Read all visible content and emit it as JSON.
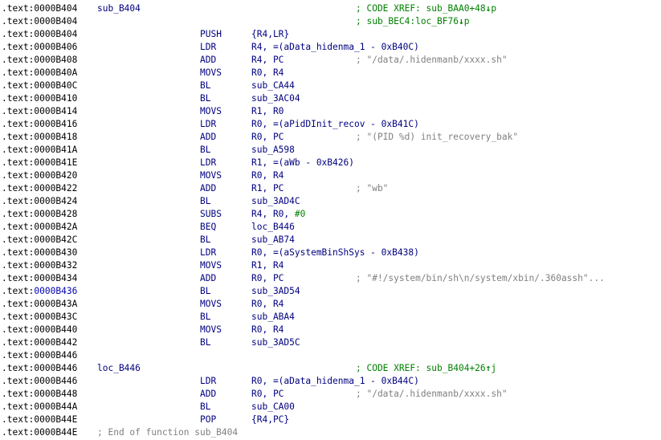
{
  "section": ".text:",
  "rows": [
    {
      "addr": "0000B404",
      "label": "sub_B404",
      "xref": "; CODE XREF: sub_BAA0+48",
      "xref_arrow": "↓",
      "xref_tail": "p"
    },
    {
      "addr": "0000B404",
      "xref": "; sub_BEC4:loc_BF76",
      "xref_arrow": "↓",
      "xref_tail": "p"
    },
    {
      "addr": "0000B404",
      "mnem": "PUSH",
      "ops": "{R4,LR}"
    },
    {
      "addr": "0000B406",
      "mnem": "LDR",
      "ops": "R4, =(aData_hidenma_1 - 0xB40C)"
    },
    {
      "addr": "0000B408",
      "mnem": "ADD",
      "ops": "R4, PC",
      "cmt": "; \"/data/.hidenmanb/xxxx.sh\""
    },
    {
      "addr": "0000B40A",
      "mnem": "MOVS",
      "ops": "R0, R4"
    },
    {
      "addr": "0000B40C",
      "mnem": "BL",
      "ops": "sub_CA44"
    },
    {
      "addr": "0000B410",
      "mnem": "BL",
      "ops": "sub_3AC04"
    },
    {
      "addr": "0000B414",
      "mnem": "MOVS",
      "ops": "R1, R0"
    },
    {
      "addr": "0000B416",
      "mnem": "LDR",
      "ops": "R0, =(aPidDInit_recov - 0xB41C)"
    },
    {
      "addr": "0000B418",
      "mnem": "ADD",
      "ops": "R0, PC",
      "cmt": "; \"(PID %d) init_recovery_bak\""
    },
    {
      "addr": "0000B41A",
      "mnem": "BL",
      "ops": "sub_A598"
    },
    {
      "addr": "0000B41E",
      "mnem": "LDR",
      "ops": "R1, =(aWb - 0xB426)"
    },
    {
      "addr": "0000B420",
      "mnem": "MOVS",
      "ops": "R0, R4"
    },
    {
      "addr": "0000B422",
      "mnem": "ADD",
      "ops": "R1, PC",
      "cmt": "; \"wb\""
    },
    {
      "addr": "0000B424",
      "mnem": "BL",
      "ops": "sub_3AD4C"
    },
    {
      "addr": "0000B428",
      "mnem": "SUBS",
      "ops": "R4, R0, ",
      "ops_num": "#0"
    },
    {
      "addr": "0000B42A",
      "mnem": "BEQ",
      "ops": "loc_B446"
    },
    {
      "addr": "0000B42C",
      "mnem": "BL",
      "ops": "sub_AB74"
    },
    {
      "addr": "0000B430",
      "mnem": "LDR",
      "ops": "R0, =(aSystemBinShSys - 0xB438)"
    },
    {
      "addr": "0000B432",
      "mnem": "MOVS",
      "ops": "R1, R4"
    },
    {
      "addr": "0000B434",
      "mnem": "ADD",
      "ops": "R0, PC",
      "cmt": "; \"#!/system/bin/sh\\n/system/xbin/.360assh\"..."
    },
    {
      "addr": "0000B436",
      "mnem": "BL",
      "ops": "sub_3AD54",
      "highlight": true
    },
    {
      "addr": "0000B43A",
      "mnem": "MOVS",
      "ops": "R0, R4"
    },
    {
      "addr": "0000B43C",
      "mnem": "BL",
      "ops": "sub_ABA4"
    },
    {
      "addr": "0000B440",
      "mnem": "MOVS",
      "ops": "R0, R4"
    },
    {
      "addr": "0000B442",
      "mnem": "BL",
      "ops": "sub_3AD5C"
    },
    {
      "addr": "0000B446"
    },
    {
      "addr": "0000B446",
      "label": "loc_B446",
      "xref": "; CODE XREF: sub_B404+26",
      "xref_arrow": "↑",
      "xref_tail": "j"
    },
    {
      "addr": "0000B446",
      "mnem": "LDR",
      "ops": "R0, =(aData_hidenma_1 - 0xB44C)"
    },
    {
      "addr": "0000B448",
      "mnem": "ADD",
      "ops": "R0, PC",
      "cmt": "; \"/data/.hidenmanb/xxxx.sh\""
    },
    {
      "addr": "0000B44A",
      "mnem": "BL",
      "ops": "sub_CA00"
    },
    {
      "addr": "0000B44E",
      "mnem": "POP",
      "ops": "{R4,PC}"
    },
    {
      "addr": "0000B44E",
      "endcmt": "; End of function sub_B404"
    }
  ]
}
